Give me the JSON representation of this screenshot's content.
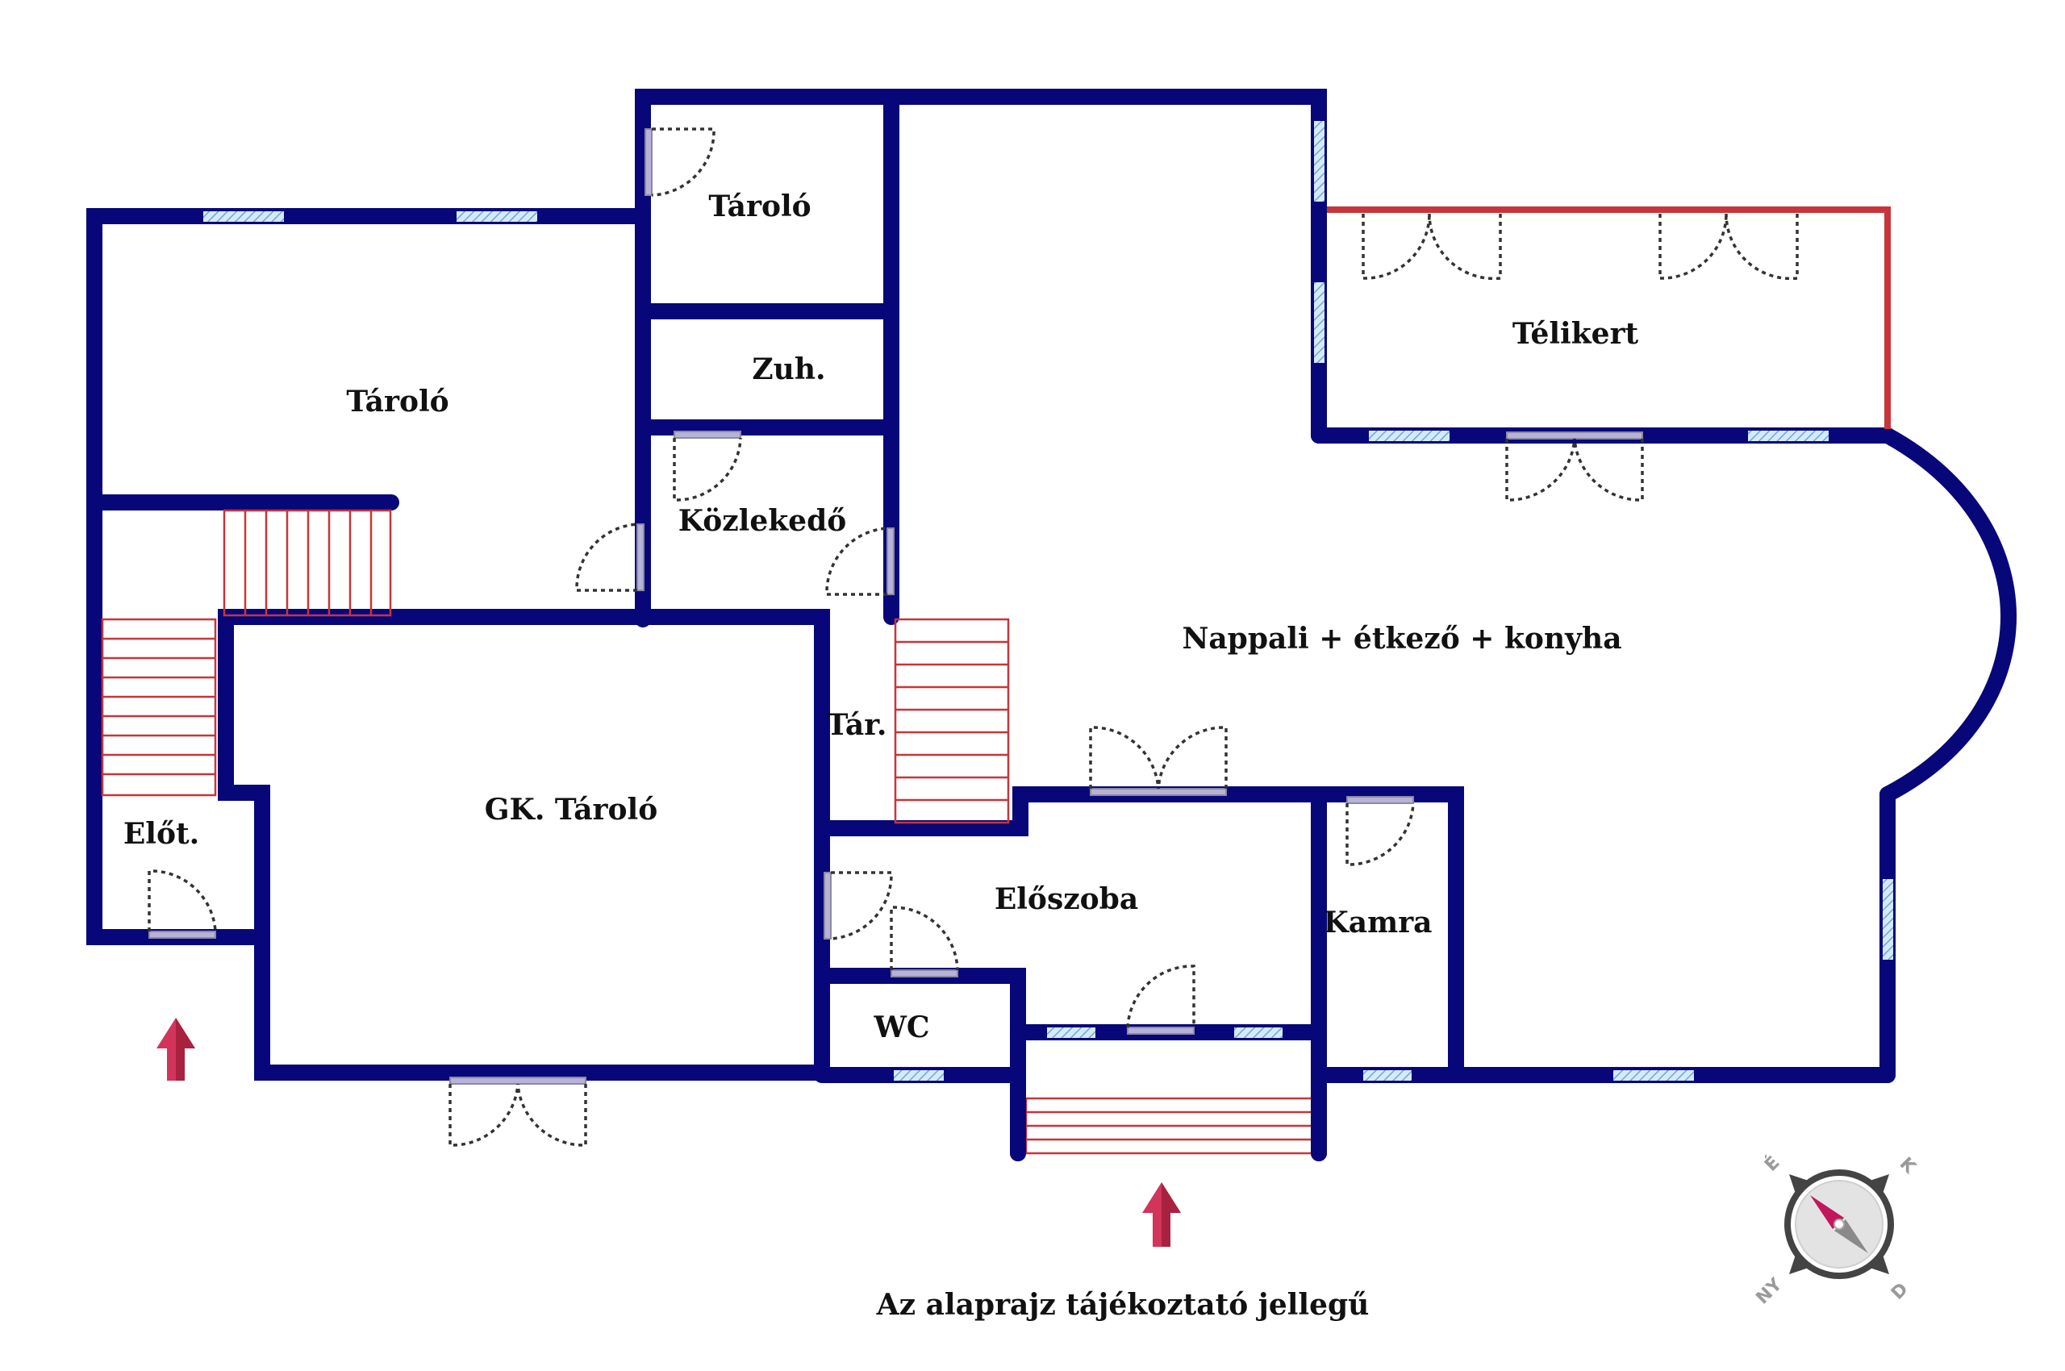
{
  "rooms": {
    "taroló_top": "Tároló",
    "taroló_left": "Tároló",
    "zuh": "Zuh.",
    "kozlekedo": "Közlekedő",
    "telikert": "Télikert",
    "nappali": "Nappali + étkező + konyha",
    "gk_tarolo": "GK. Tároló",
    "tar": "Tár.",
    "elot": "Előt.",
    "eloszoba": "Előszoba",
    "kamra": "Kamra",
    "wc": "WC"
  },
  "caption": "Az alaprajz tájékoztató jellegű",
  "compass": {
    "north": "É",
    "east": "K",
    "south": "D",
    "west": "NY"
  },
  "colors": {
    "wall": "#07077a",
    "accent_red": "#c7353a",
    "entrance_arrow": "#d2345a",
    "window": "#9cc8e8"
  },
  "icons": [
    "entrance-arrow-icon",
    "compass-icon"
  ]
}
